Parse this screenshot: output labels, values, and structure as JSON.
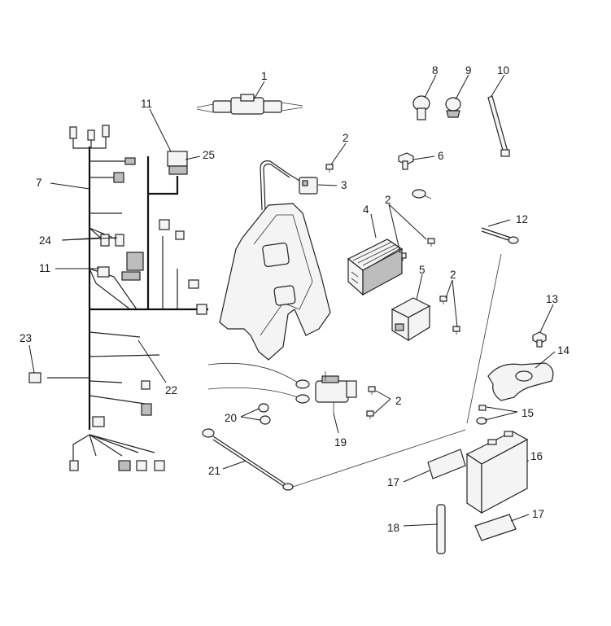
{
  "callouts": [
    {
      "id": "c1",
      "text": "1"
    },
    {
      "id": "c2a",
      "text": "2"
    },
    {
      "id": "c2b",
      "text": "2"
    },
    {
      "id": "c2c",
      "text": "2"
    },
    {
      "id": "c2d",
      "text": "2"
    },
    {
      "id": "c3",
      "text": "3"
    },
    {
      "id": "c4",
      "text": "4"
    },
    {
      "id": "c5",
      "text": "5"
    },
    {
      "id": "c6",
      "text": "6"
    },
    {
      "id": "c7",
      "text": "7"
    },
    {
      "id": "c8",
      "text": "8"
    },
    {
      "id": "c9",
      "text": "9"
    },
    {
      "id": "c10",
      "text": "10"
    },
    {
      "id": "c11a",
      "text": "11"
    },
    {
      "id": "c11b",
      "text": "11"
    },
    {
      "id": "c12",
      "text": "12"
    },
    {
      "id": "c13",
      "text": "13"
    },
    {
      "id": "c14",
      "text": "14"
    },
    {
      "id": "c15",
      "text": "15"
    },
    {
      "id": "c16",
      "text": "16"
    },
    {
      "id": "c17a",
      "text": "17"
    },
    {
      "id": "c17b",
      "text": "17"
    },
    {
      "id": "c18",
      "text": "18"
    },
    {
      "id": "c19",
      "text": "19"
    },
    {
      "id": "c20",
      "text": "20"
    },
    {
      "id": "c21",
      "text": "21"
    },
    {
      "id": "c22",
      "text": "22"
    },
    {
      "id": "c23",
      "text": "23"
    },
    {
      "id": "c24",
      "text": "24"
    },
    {
      "id": "c25",
      "text": "25"
    }
  ]
}
